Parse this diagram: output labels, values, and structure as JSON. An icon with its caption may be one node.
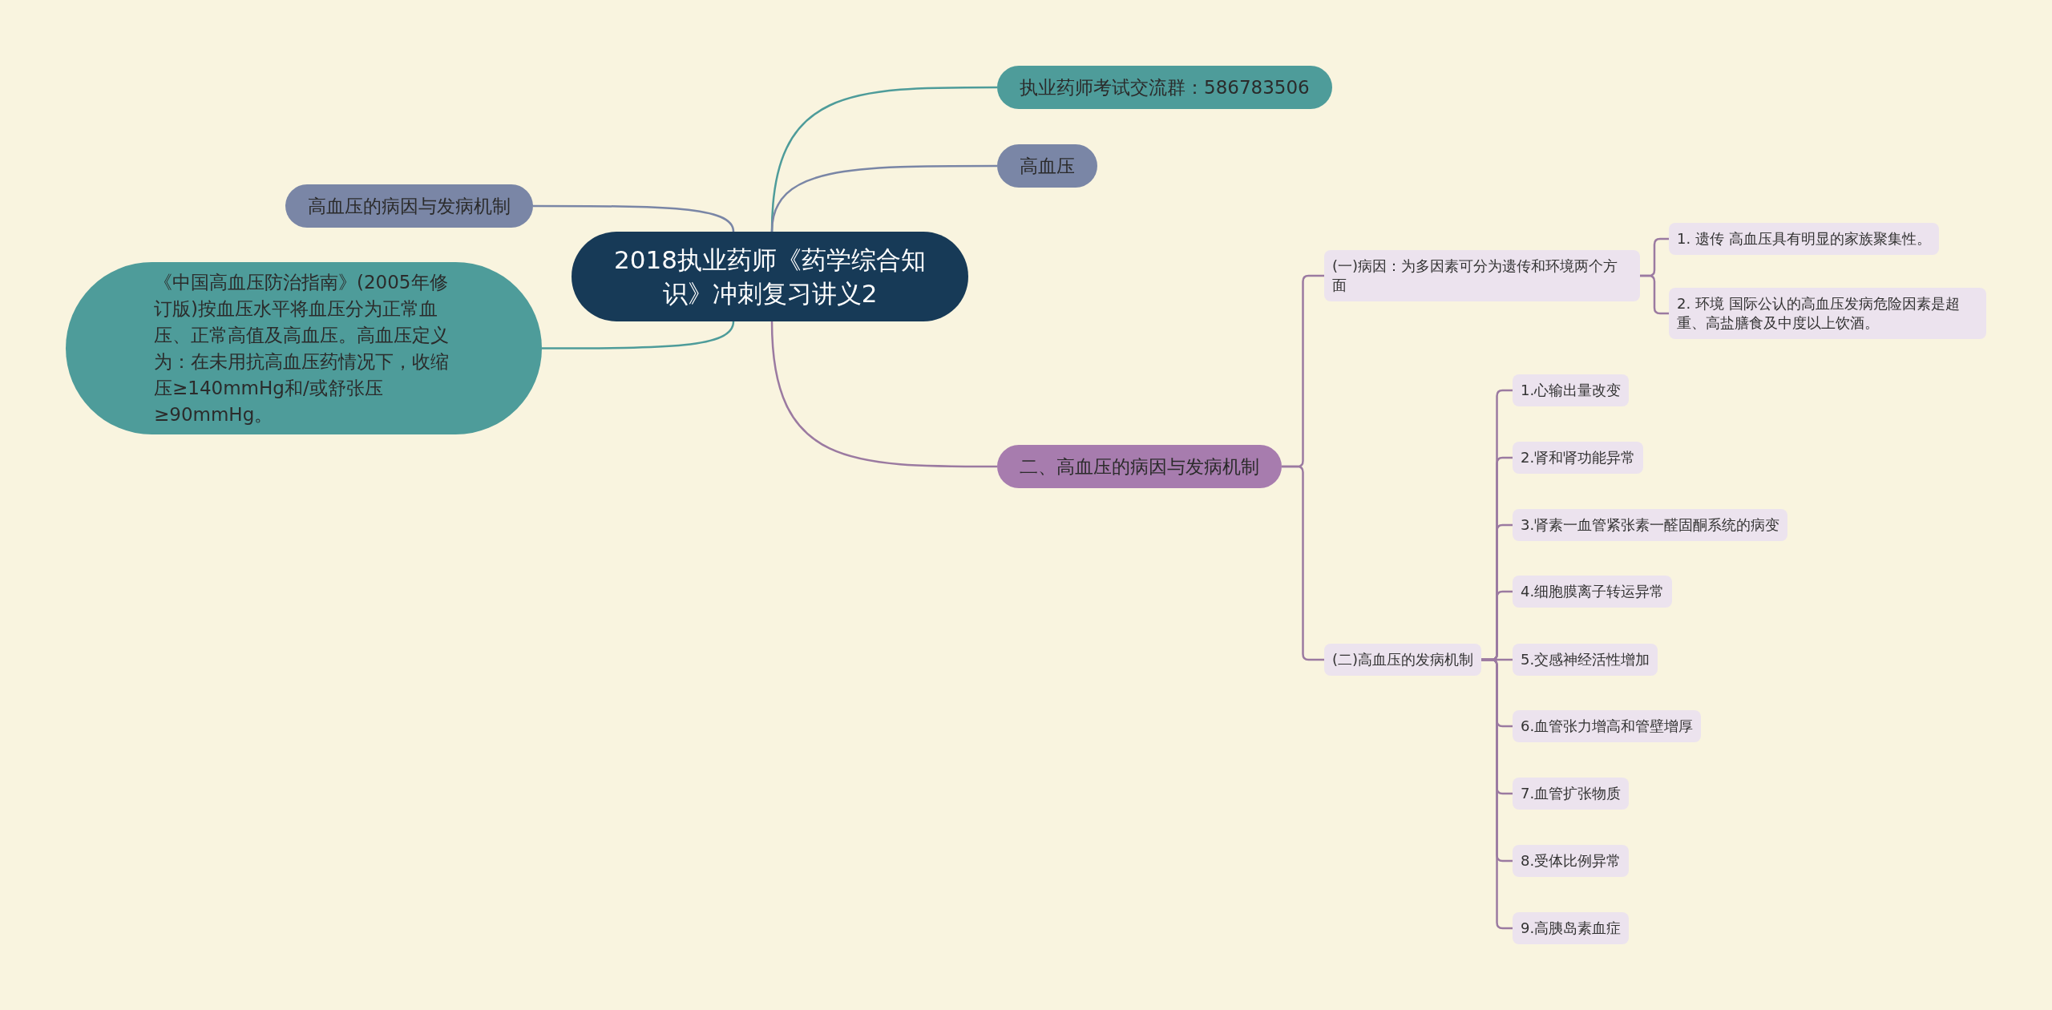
{
  "diagram": {
    "nodes": [
      {
        "text": [
          "2018执业药师《药学综合知识》冲刺复习讲义2"
        ]
      },
      {
        "text": [
          "执业药师考试交流群：586783506"
        ]
      },
      {
        "text": [
          "高血压"
        ]
      },
      {
        "text": [
          "高血压的病因与发病机制"
        ]
      },
      {
        "text": [
          "《中国高血压防治指南》(2005年修订版)按血压水平将血压分为正常血压、正常高值及高血压。高血压定义为：在未用抗高血压药情况下，收缩压≥140mmHg和/或舒张压≥90mmHg。"
        ]
      },
      {
        "text": [
          "二、高血压的病因与发病机制"
        ]
      },
      {
        "text": [
          "(一)病因：为多因素可分为遗传和环境两个方面"
        ]
      },
      {
        "text": [
          "1. 遗传 高血压具有明显的家族聚集性。"
        ]
      },
      {
        "text": [
          "2. 环境 国际公认的高血压发病危险因素是超重、高盐膳食及中度以上饮酒。"
        ]
      },
      {
        "text": [
          "(二)高血压的发病机制"
        ]
      },
      {
        "text": [
          "1.心输出量改变"
        ]
      },
      {
        "text": [
          "2.肾和肾功能异常"
        ]
      },
      {
        "text": [
          "3.肾素一血管紧张素一醛固酮系统的病变"
        ]
      },
      {
        "text": [
          "4.细胞膜离子转运异常"
        ]
      },
      {
        "text": [
          "5.交感神经活性增加"
        ]
      },
      {
        "text": [
          "6.血管张力增高和管壁增厚"
        ]
      },
      {
        "text": [
          "7.血管扩张物质"
        ]
      },
      {
        "text": [
          "8.受体比例异常"
        ]
      },
      {
        "text": [
          "9.高胰岛素血症"
        ]
      }
    ],
    "edges": [
      {
        "from": 0,
        "to": 1,
        "arrow": "none",
        "color": "#4e9c9a"
      },
      {
        "from": 0,
        "to": 2,
        "arrow": "none",
        "color": "#7a86a6"
      },
      {
        "from": 0,
        "to": 3,
        "arrow": "none",
        "color": "#7a86a6"
      },
      {
        "from": 0,
        "to": 4,
        "arrow": "none",
        "color": "#4e9c9a"
      },
      {
        "from": 0,
        "to": 5,
        "arrow": "none"
      },
      {
        "from": 5,
        "to": 6,
        "arrow": "none"
      },
      {
        "from": 5,
        "to": 9,
        "arrow": "none"
      },
      {
        "from": 6,
        "to": 7,
        "arrow": "none"
      },
      {
        "from": 6,
        "to": 8,
        "arrow": "none"
      },
      {
        "from": 9,
        "to": 10,
        "arrow": "none"
      },
      {
        "from": 9,
        "to": 11,
        "arrow": "none"
      },
      {
        "from": 9,
        "to": 12,
        "arrow": "none"
      },
      {
        "from": 9,
        "to": 13,
        "arrow": "none"
      },
      {
        "from": 9,
        "to": 14,
        "arrow": "none"
      },
      {
        "from": 9,
        "to": 15,
        "arrow": "none"
      },
      {
        "from": 9,
        "to": 16,
        "arrow": "none"
      },
      {
        "from": 9,
        "to": 17,
        "arrow": "none"
      },
      {
        "from": 9,
        "to": 18,
        "arrow": "none"
      }
    ]
  }
}
